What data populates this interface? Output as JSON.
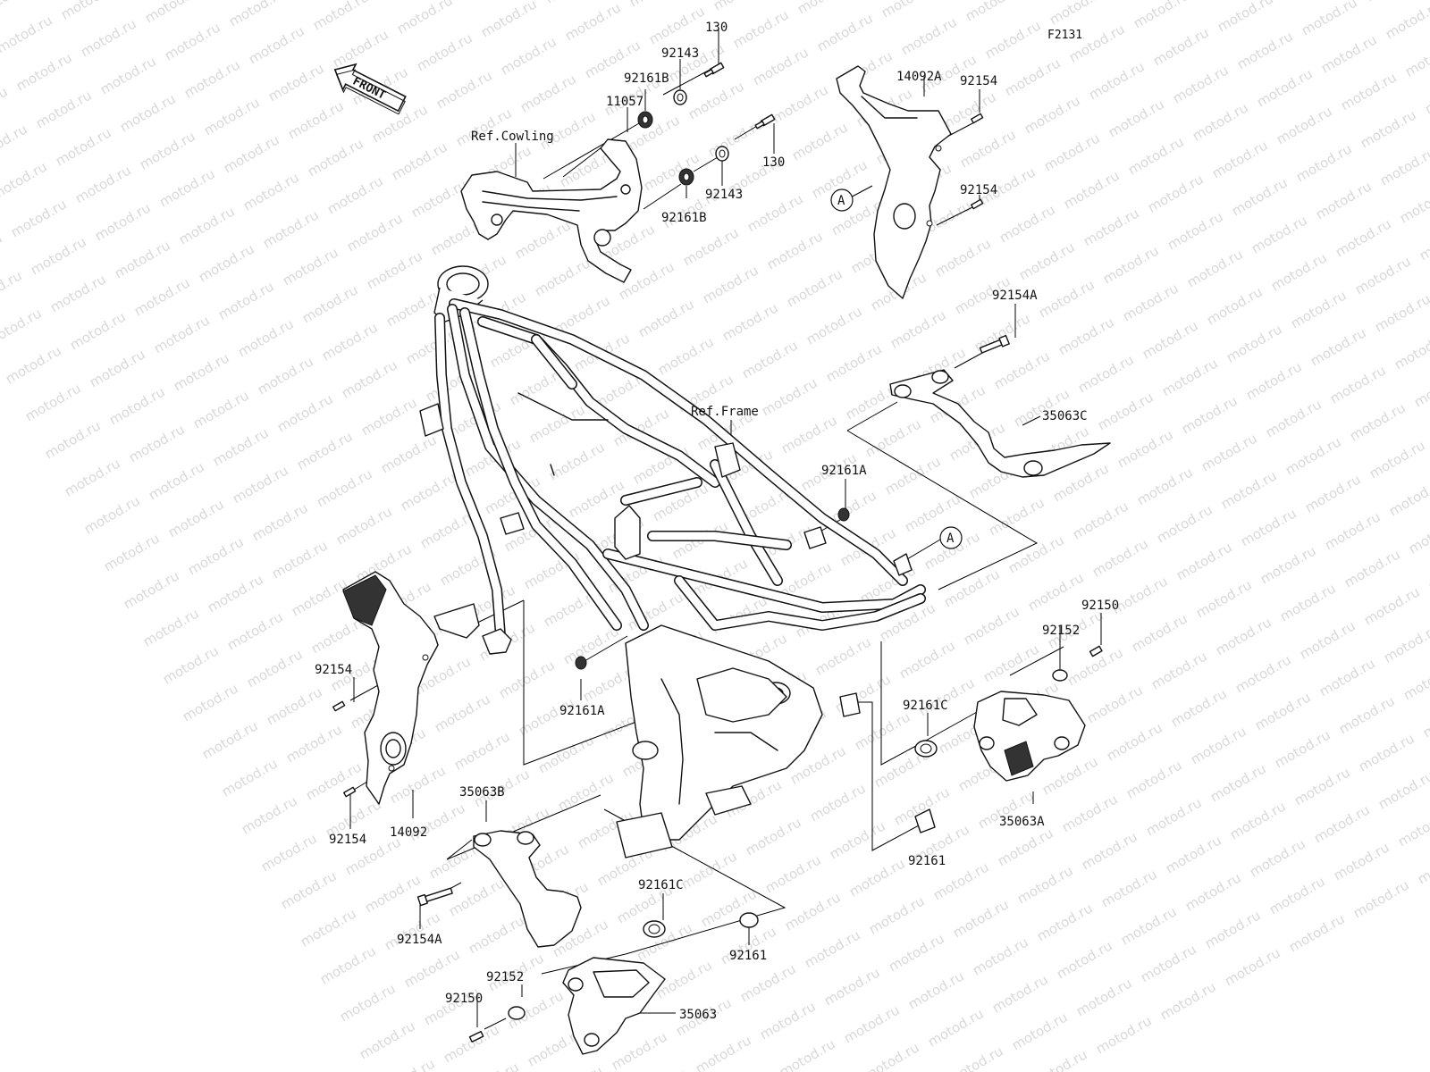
{
  "figure_code": "F2131",
  "front_label": "FRONT",
  "watermark_text": "motod.ru",
  "references": {
    "cowling": "Ref.Cowling",
    "frame": "Ref.Frame"
  },
  "callout_letter": "A",
  "parts": {
    "p130_top": "130",
    "p92143_top": "92143",
    "p92161B_top": "92161B",
    "p11057": "11057",
    "p130_mid": "130",
    "p92143_mid": "92143",
    "p92161B_mid": "92161B",
    "p14092A": "14092A",
    "p92154_tr1": "92154",
    "p92154_tr2": "92154",
    "p92154A_right": "92154A",
    "p35063C": "35063C",
    "p92161A_mid": "92161A",
    "p92150_right": "92150",
    "p92152_right": "92152",
    "p92161C_right": "92161C",
    "p35063A": "35063A",
    "p92161_right": "92161",
    "p92154_left1": "92154",
    "p92161A_low": "92161A",
    "p92154_left2": "92154",
    "p14092": "14092",
    "p35063B": "35063B",
    "p92154A_left": "92154A",
    "p92161C_low": "92161C",
    "p92161_low": "92161",
    "p92152_low": "92152",
    "p92150_low": "92150",
    "p35063": "35063"
  }
}
